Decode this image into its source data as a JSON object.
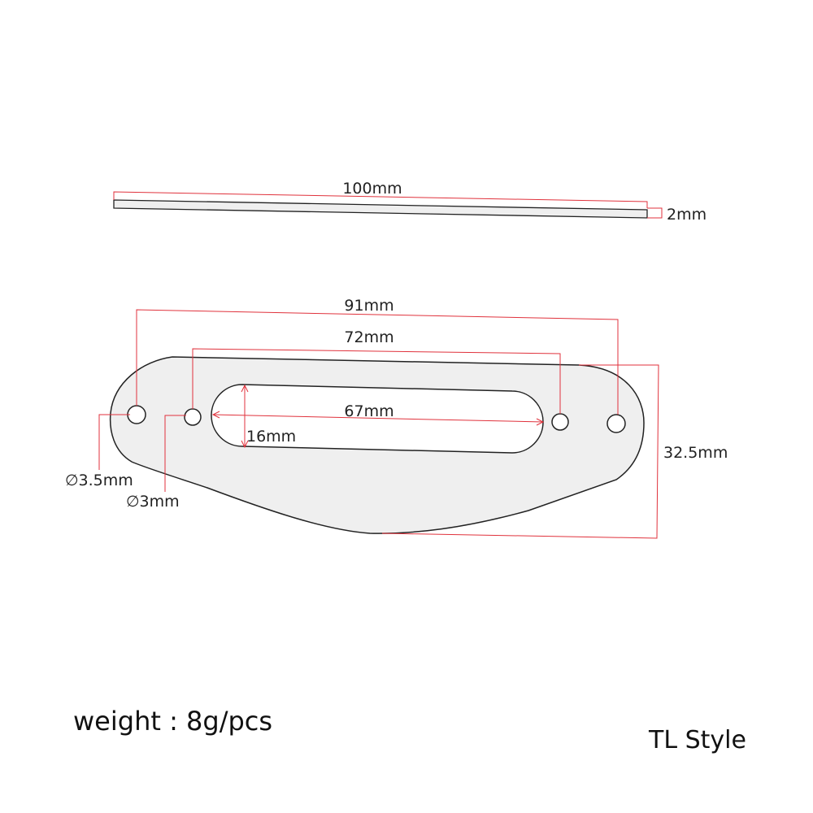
{
  "dimensions": {
    "length": "100mm",
    "thickness": "2mm",
    "outer_hole_spacing": "91mm",
    "inner_hole_spacing": "72mm",
    "slot_length": "67mm",
    "slot_width": "16mm",
    "height": "32.5mm",
    "outer_hole_diameter": "∅3.5mm",
    "inner_hole_diameter": "∅3mm"
  },
  "footer": {
    "weight": "weight : 8g/pcs",
    "style": "TL Style"
  },
  "colors": {
    "dimension_line": "#e0323c",
    "plate_fill": "#efefef",
    "plate_stroke": "#222222",
    "text": "#222222"
  }
}
